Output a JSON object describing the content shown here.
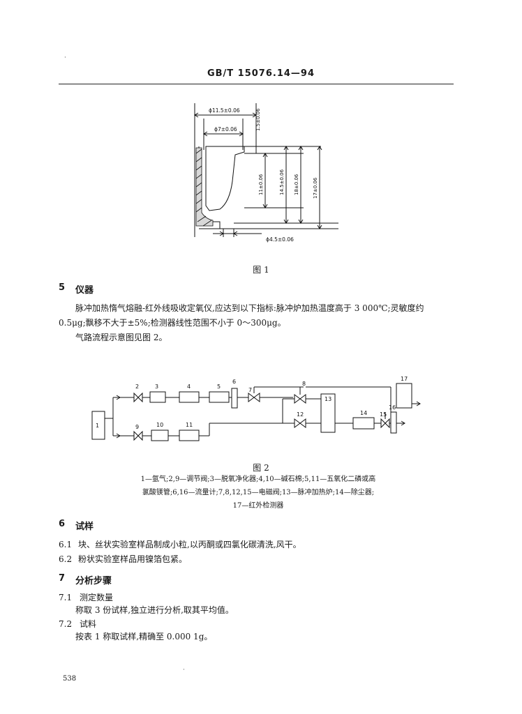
{
  "header": {
    "standard": "GB/T 15076.14—94"
  },
  "figure1": {
    "caption": "图 1",
    "dims": {
      "d_outer": "ϕ11.5±0.06",
      "d_inner": "ϕ7±0.06",
      "d_bottom": "ϕ4.5±0.06",
      "top_step": "1.5±0.06",
      "h1": "11±0.06",
      "h2": "14.5±0.06",
      "h3": "18±0.06",
      "h4": "17±0.06"
    }
  },
  "section5": {
    "num": "5",
    "title": "仪器",
    "para1_line1": "脉冲加热惰气熔融-红外线吸收定氧仪,应达到以下指标:脉冲炉加热温度高于 3 000℃;灵敏度约",
    "para1_line2": "0.5μg;飘移不大于±5%;检测器线性范围不小于 0～300μg。",
    "para2": "气路流程示意图见图 2。"
  },
  "figure2": {
    "caption": "图 2",
    "labels": [
      "1",
      "2",
      "3",
      "4",
      "5",
      "6",
      "7",
      "8",
      "9",
      "10",
      "11",
      "12",
      "13",
      "14",
      "15",
      "16",
      "17"
    ],
    "legend_line1": "1—氩气;2,9—调节阀;3—脱氧净化器;4,10—碱石棉;5,11—五氧化二磷或高",
    "legend_line2": "氯酸镁管;6,16—流量计;7,8,12,15—电磁阀;13—脉冲加热炉;14—除尘器;",
    "legend_line3": "17—红外检测器"
  },
  "section6": {
    "num": "6",
    "title": "试样",
    "item1_num": "6.1",
    "item1_text": "块、丝状实验室样品制成小粒,以丙酮或四氯化碳清洗,风干。",
    "item2_num": "6.2",
    "item2_text": "粉状实验室样品用镍箔包紧。"
  },
  "section7": {
    "num": "7",
    "title": "分析步骤",
    "item1_num": "7.1",
    "item1_title": "测定数量",
    "item1_text": "称取 3 份试样,独立进行分析,取其平均值。",
    "item2_num": "7.2",
    "item2_title": "试料",
    "item2_text": "按表 1 称取试样,精确至 0.000 1g。"
  },
  "footer": {
    "page_number": "538"
  }
}
